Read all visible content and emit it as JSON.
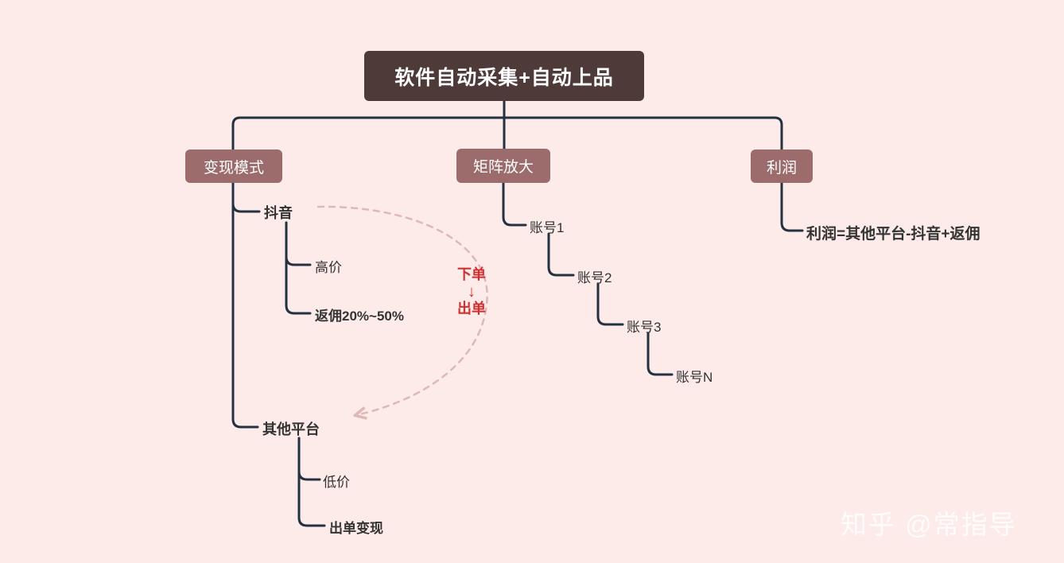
{
  "title": "软件自动采集+自动上品",
  "colors": {
    "background": "#fcebe9",
    "root_bg": "#4e3a38",
    "branch_bg": "#9c6b6b",
    "node_text": "#ffffff",
    "label_text": "#333333",
    "line": "#243140",
    "accent_red": "#d03030",
    "dashed_arrow": "#dcb9b7"
  },
  "branches": {
    "monetization": {
      "label": "变现模式",
      "douyin": {
        "label": "抖音",
        "high_price": "高价",
        "rebate": "返佣20%~50%"
      },
      "other_platforms": {
        "label": "其他平台",
        "low_price": "低价",
        "order_monetize": "出单变现"
      }
    },
    "matrix": {
      "label": "矩阵放大",
      "accounts": [
        "账号1",
        "账号2",
        "账号3",
        "账号N"
      ]
    },
    "profit": {
      "label": "利润",
      "formula": "利润=其他平台-抖音+返佣"
    }
  },
  "annotation": {
    "place_order": "下单",
    "arrow": "↓",
    "get_order": "出单"
  },
  "watermark": "知乎 @常指导"
}
